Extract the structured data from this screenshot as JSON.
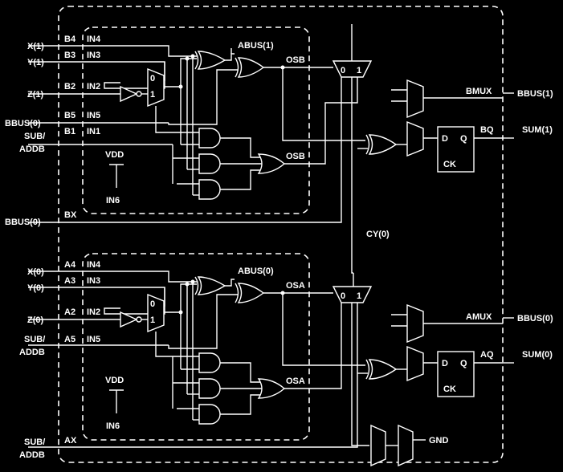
{
  "inputs_top": {
    "x": "X(1)",
    "y": "Y(1)",
    "z": "Z(1)",
    "bbus0": "BBUS(0)",
    "sub": "SUB/",
    "addb": "ADDB",
    "bbus0_bx": "BBUS(0)"
  },
  "inputs_bottom": {
    "x": "X(0)",
    "y": "Y(0)",
    "z": "Z(0)",
    "sub": "SUB/",
    "addb": "ADDB",
    "sub2": "SUB/",
    "addb2": "ADDB"
  },
  "pins_top": [
    "B4",
    "B3",
    "B2",
    "B5",
    "B1",
    "BX"
  ],
  "pins_bottom": [
    "A4",
    "A3",
    "A2",
    "A5",
    "AX"
  ],
  "ports_top": [
    "IN4",
    "IN3",
    "IN2",
    "IN5",
    "IN1",
    "IN6"
  ],
  "ports_bottom": [
    "IN4",
    "IN3",
    "IN2",
    "IN5",
    "IN6"
  ],
  "vdd": "VDD",
  "signals": {
    "abus1": "ABUS(1)",
    "abus0": "ABUS(0)",
    "osb": "OSB",
    "osa": "OSA",
    "cy0": "CY(0)",
    "bmux": "BMUX",
    "amux": "AMUX",
    "bq": "BQ",
    "aq": "AQ",
    "gnd": "GND"
  },
  "outputs": {
    "bbus1": "BBUS(1)",
    "sum1": "SUM(1)",
    "bbus0": "BBUS(0)",
    "sum0": "SUM(0)"
  },
  "mux_labels": {
    "zero": "0",
    "one": "1"
  },
  "ff_labels": {
    "d": "D",
    "q": "Q",
    "ck": "CK"
  }
}
